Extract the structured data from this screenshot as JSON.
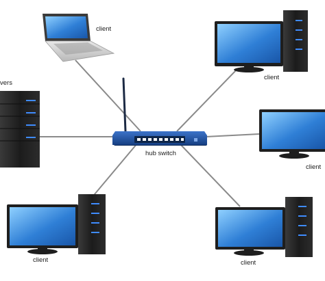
{
  "nodes": {
    "hub": {
      "label": "hub switch"
    },
    "laptop_top_left": {
      "label": "client"
    },
    "desktop_top_right": {
      "label": "client"
    },
    "server_left": {
      "label": "vers"
    },
    "monitor_right": {
      "label": "client"
    },
    "desktop_bottom_left": {
      "label": "client"
    },
    "desktop_bottom_right": {
      "label": "client"
    }
  },
  "colors": {
    "cable": "#8a8a8a",
    "hub_body": "#1f4f9a",
    "screen": "#2f7fd6",
    "tower": "#2a2a2a",
    "led": "#3f8cff"
  }
}
